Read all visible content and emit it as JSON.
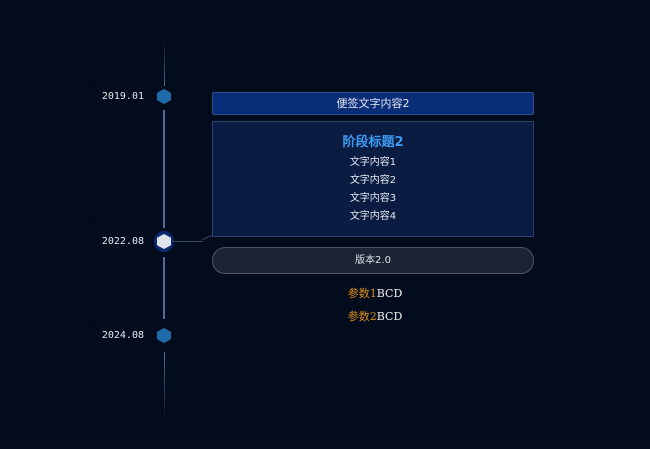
{
  "timeline": {
    "nodes": [
      {
        "date": "2019.01",
        "state": "inactive"
      },
      {
        "date": "2022.08",
        "state": "active"
      },
      {
        "date": "2024.08",
        "state": "inactive"
      }
    ]
  },
  "detail": {
    "note": "便签文字内容2",
    "stage_title": "阶段标题2",
    "items": [
      "文字内容1",
      "文字内容2",
      "文字内容3",
      "文字内容4"
    ],
    "version": "版本2.0",
    "params": [
      {
        "key": "参数1",
        "value": "BCD"
      },
      {
        "key": "参数2",
        "value": "BCD"
      }
    ]
  },
  "colors": {
    "background": "#030c1c",
    "node_inactive": "#1f6aa8",
    "node_active": "#dfe3ea",
    "accent_title": "#3c9bf0",
    "param_key": "#d9891f"
  }
}
